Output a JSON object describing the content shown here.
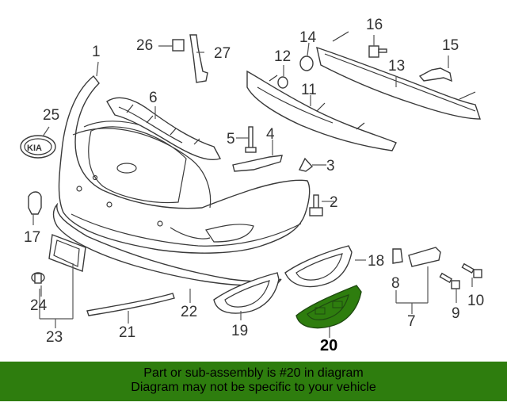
{
  "callouts": [
    {
      "id": "1",
      "highlight": false
    },
    {
      "id": "2",
      "highlight": false
    },
    {
      "id": "3",
      "highlight": false
    },
    {
      "id": "4",
      "highlight": false
    },
    {
      "id": "5",
      "highlight": false
    },
    {
      "id": "6",
      "highlight": false
    },
    {
      "id": "7",
      "highlight": false
    },
    {
      "id": "8",
      "highlight": false
    },
    {
      "id": "9",
      "highlight": false
    },
    {
      "id": "10",
      "highlight": false
    },
    {
      "id": "11",
      "highlight": false
    },
    {
      "id": "12",
      "highlight": false
    },
    {
      "id": "13",
      "highlight": false
    },
    {
      "id": "14",
      "highlight": false
    },
    {
      "id": "15",
      "highlight": false
    },
    {
      "id": "16",
      "highlight": false
    },
    {
      "id": "17",
      "highlight": false
    },
    {
      "id": "18",
      "highlight": false
    },
    {
      "id": "19",
      "highlight": false
    },
    {
      "id": "20",
      "highlight": true
    },
    {
      "id": "21",
      "highlight": false
    },
    {
      "id": "22",
      "highlight": false
    },
    {
      "id": "23",
      "highlight": false
    },
    {
      "id": "24",
      "highlight": false
    },
    {
      "id": "25",
      "highlight": false
    },
    {
      "id": "26",
      "highlight": false
    },
    {
      "id": "27",
      "highlight": false
    }
  ],
  "highlight_color": "#2e7d0e",
  "banner": {
    "line1": "Part or sub-assembly is #20 in diagram",
    "line2": "Diagram may not be specific to your vehicle",
    "background": "#2e7d0e"
  }
}
